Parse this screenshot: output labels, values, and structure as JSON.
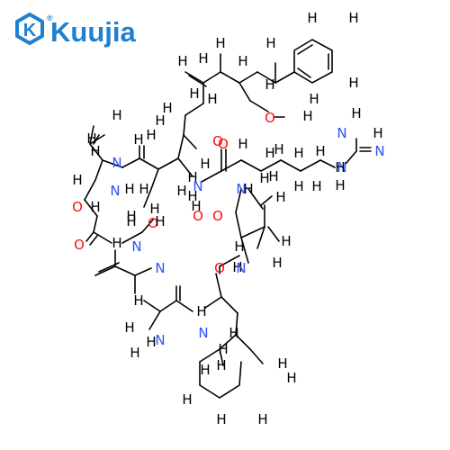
{
  "brand": {
    "name": "Kuujia",
    "registered_mark": "®",
    "color": "#1f7fd0"
  },
  "colors": {
    "bond": "#000000",
    "carbon_hydrogen": "#000000",
    "nitrogen": "#3050f8",
    "oxygen": "#ff0d0d"
  },
  "atom_labels": [
    {
      "t": "H",
      "c": "#000000"
    },
    {
      "t": "H",
      "c": "#000000"
    },
    {
      "t": "H",
      "c": "#000000"
    },
    {
      "t": "H",
      "c": "#000000"
    },
    {
      "t": "H",
      "c": "#000000"
    },
    {
      "t": "H",
      "c": "#000000"
    },
    {
      "t": "H",
      "c": "#000000"
    },
    {
      "t": "H",
      "c": "#000000"
    },
    {
      "t": "H",
      "c": "#000000"
    },
    {
      "t": "H",
      "c": "#000000"
    },
    {
      "t": "H",
      "c": "#000000"
    },
    {
      "t": "H",
      "c": "#000000"
    },
    {
      "t": "H",
      "c": "#000000"
    },
    {
      "t": "O",
      "c": "#ff0d0d"
    },
    {
      "t": "H",
      "c": "#000000"
    },
    {
      "t": "H",
      "c": "#000000"
    },
    {
      "t": "H",
      "c": "#000000"
    },
    {
      "t": "H",
      "c": "#000000"
    },
    {
      "t": "H",
      "c": "#000000"
    },
    {
      "t": "N",
      "c": "#3050f8"
    },
    {
      "t": "H",
      "c": "#000000"
    },
    {
      "t": "H",
      "c": "#000000"
    },
    {
      "t": "O",
      "c": "#ff0d0d"
    },
    {
      "t": "H",
      "c": "#000000"
    },
    {
      "t": "O",
      "c": "#ff0d0d"
    },
    {
      "t": "O",
      "c": "#ff0d0d"
    },
    {
      "t": "H",
      "c": "#000000"
    },
    {
      "t": "H",
      "c": "#000000"
    },
    {
      "t": "H",
      "c": "#000000"
    },
    {
      "t": "N",
      "c": "#3050f8"
    },
    {
      "t": "H",
      "c": "#000000"
    },
    {
      "t": "N",
      "c": "#3050f8"
    },
    {
      "t": "N",
      "c": "#3050f8"
    },
    {
      "t": "H",
      "c": "#000000"
    },
    {
      "t": "H",
      "c": "#000000"
    },
    {
      "t": "H",
      "c": "#000000"
    },
    {
      "t": "H",
      "c": "#000000"
    },
    {
      "t": "H",
      "c": "#000000"
    },
    {
      "t": "N",
      "c": "#3050f8"
    },
    {
      "t": "H",
      "c": "#000000"
    },
    {
      "t": "H",
      "c": "#000000"
    },
    {
      "t": "N",
      "c": "#3050f8"
    },
    {
      "t": "H",
      "c": "#000000"
    },
    {
      "t": "H",
      "c": "#000000"
    },
    {
      "t": "H",
      "c": "#000000"
    },
    {
      "t": "H",
      "c": "#000000"
    },
    {
      "t": "H",
      "c": "#000000"
    },
    {
      "t": "N",
      "c": "#3050f8"
    },
    {
      "t": "O",
      "c": "#ff0d0d"
    },
    {
      "t": "H",
      "c": "#000000"
    },
    {
      "t": "H",
      "c": "#000000"
    },
    {
      "t": "O",
      "c": "#ff0d0d"
    },
    {
      "t": "N",
      "c": "#3050f8"
    },
    {
      "t": "H",
      "c": "#000000"
    },
    {
      "t": "O",
      "c": "#ff0d0d"
    },
    {
      "t": "N",
      "c": "#3050f8"
    },
    {
      "t": "H",
      "c": "#000000"
    },
    {
      "t": "H",
      "c": "#000000"
    },
    {
      "t": "O",
      "c": "#ff0d0d"
    },
    {
      "t": "O",
      "c": "#ff0d0d"
    },
    {
      "t": "H",
      "c": "#000000"
    },
    {
      "t": "H",
      "c": "#000000"
    },
    {
      "t": "H",
      "c": "#000000"
    },
    {
      "t": "N",
      "c": "#3050f8"
    },
    {
      "t": "H",
      "c": "#000000"
    },
    {
      "t": "H",
      "c": "#000000"
    },
    {
      "t": "H",
      "c": "#000000"
    },
    {
      "t": "H",
      "c": "#000000"
    },
    {
      "t": "N",
      "c": "#3050f8"
    },
    {
      "t": "H",
      "c": "#000000"
    },
    {
      "t": "N",
      "c": "#3050f8"
    },
    {
      "t": "H",
      "c": "#000000"
    },
    {
      "t": "H",
      "c": "#000000"
    },
    {
      "t": "H",
      "c": "#000000"
    },
    {
      "t": "H",
      "c": "#000000"
    },
    {
      "t": "H",
      "c": "#000000"
    },
    {
      "t": "H",
      "c": "#000000"
    },
    {
      "t": "H",
      "c": "#000000"
    },
    {
      "t": "H",
      "c": "#000000"
    },
    {
      "t": "H",
      "c": "#000000"
    },
    {
      "t": "H",
      "c": "#000000"
    },
    {
      "t": "H",
      "c": "#000000"
    },
    {
      "t": "H",
      "c": "#000000"
    },
    {
      "t": "H",
      "c": "#000000"
    },
    {
      "t": "H",
      "c": "#000000"
    },
    {
      "t": "H",
      "c": "#000000"
    },
    {
      "t": "H",
      "c": "#000000"
    },
    {
      "t": "H",
      "c": "#000000"
    }
  ]
}
